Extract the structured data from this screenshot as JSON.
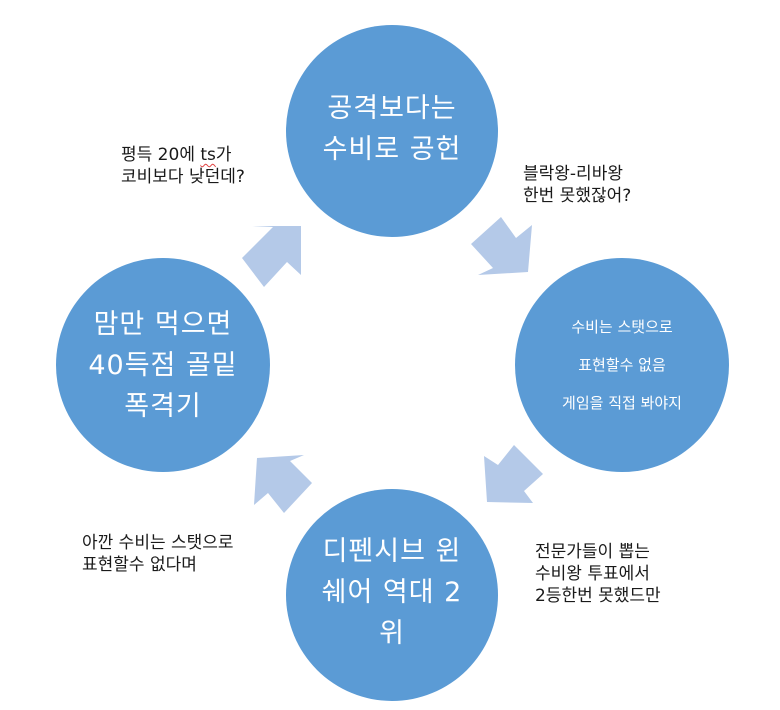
{
  "colors": {
    "node_fill": "#5b9bd5",
    "arrow_fill": "#b4c9e8",
    "node_text": "#ffffff",
    "note_text": "#1a1a1a"
  },
  "nodes": {
    "top": {
      "lines": [
        "공격보다는",
        "수비로 공헌"
      ]
    },
    "right": {
      "lines": [
        "수비는 스탯으로",
        "표현할수 없음",
        "게임을 직접 봐야지"
      ]
    },
    "bottom": {
      "lines": [
        "디펜시브 윈",
        "쉐어 역대 2",
        "위"
      ]
    },
    "left": {
      "lines": [
        "맘만 먹으면",
        "40득점 골밑",
        "폭격기"
      ]
    }
  },
  "notes": {
    "top_left": {
      "line1_prefix": "평득 20에 ",
      "line1_flagged": "ts",
      "line1_suffix": "가",
      "line2": "코비보다 낮던데?"
    },
    "top_right": {
      "lines": [
        "블락왕-리바왕",
        "한번 못했잖어?"
      ]
    },
    "bottom_right": {
      "lines": [
        "전문가들이 뽑는",
        "수비왕 투표에서",
        "2등한번 못했드만"
      ]
    },
    "bottom_left": {
      "lines": [
        "아깐 수비는 스탯으로",
        "표현할수 없다며"
      ]
    }
  },
  "arrows": [
    {
      "from": "left",
      "to": "top",
      "icon": "arrow-up-right-icon"
    },
    {
      "from": "top",
      "to": "right",
      "icon": "arrow-down-right-icon"
    },
    {
      "from": "right",
      "to": "bottom",
      "icon": "arrow-down-left-icon"
    },
    {
      "from": "bottom",
      "to": "left",
      "icon": "arrow-up-left-icon"
    }
  ]
}
